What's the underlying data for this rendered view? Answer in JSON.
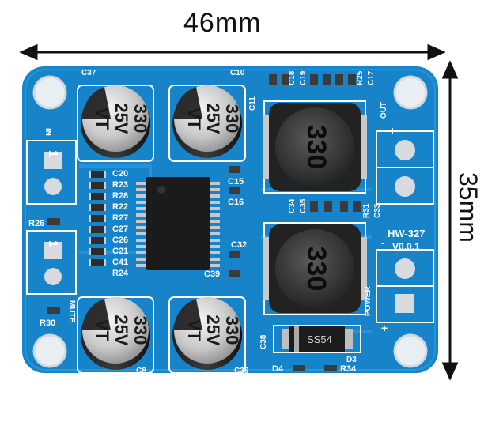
{
  "dimensions": {
    "width_label": "46mm",
    "height_label": "35mm"
  },
  "board": {
    "model": "HW-327",
    "version": "V0.0.1",
    "color": "#1784c9",
    "trace_color": "#2a97dc",
    "silk_color": "#ffffff"
  },
  "capacitors": [
    {
      "id": "C37",
      "marking": [
        "330",
        "25V",
        "VT"
      ]
    },
    {
      "id": "C10",
      "marking": [
        "330",
        "25V",
        "VT"
      ]
    },
    {
      "id": "C8",
      "marking": [
        "330",
        "25V",
        "VT"
      ]
    },
    {
      "id": "C36",
      "marking": [
        "330",
        "25V",
        "VT"
      ]
    }
  ],
  "inductors": [
    {
      "marking": "330"
    },
    {
      "marking": "330"
    }
  ],
  "diode": {
    "marking": "SS54",
    "ref": "D3"
  },
  "silk_labels": {
    "c11": "C11",
    "c18": "C18",
    "c19": "C19",
    "r25": "R25",
    "c17": "C17",
    "c20": "C20",
    "r23": "R23",
    "r28": "R28",
    "r22": "R22",
    "r27": "R27",
    "c27": "C27",
    "c26": "C26",
    "c21": "C21",
    "c41": "C41",
    "r24": "R24",
    "c15": "C15",
    "c16": "C16",
    "c32": "C32",
    "c39": "C39",
    "c34": "C34",
    "c35": "C35",
    "r31": "R31",
    "c33": "C33",
    "r26": "R26",
    "r30": "R30",
    "c38": "C38",
    "d4": "D4",
    "r34": "R34",
    "mute": "MUTE",
    "power": "POWER",
    "out": "OUT",
    "in": "IN",
    "plus": "+",
    "minus": "-",
    "one": "1"
  }
}
